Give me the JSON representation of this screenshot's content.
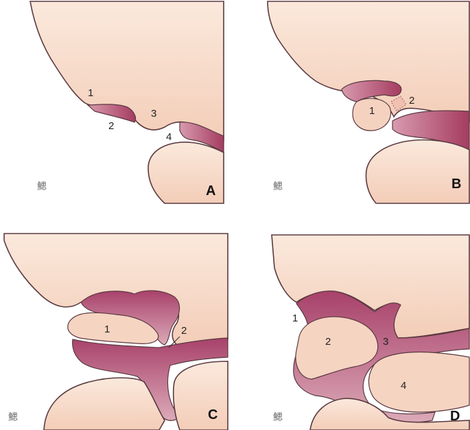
{
  "colors": {
    "tissue": "#f6d9c6",
    "tissue_light": "#fbeee4",
    "pouch": "#b24a6b",
    "pouch_light": "#d8a0b1",
    "frame": "#5a3a40"
  },
  "panels": [
    {
      "id": "A",
      "label": "A",
      "corner_text": "鰓",
      "numbers": [
        "1",
        "2",
        "3",
        "4"
      ]
    },
    {
      "id": "B",
      "label": "B",
      "corner_text": "鰓",
      "numbers": [
        "1",
        "2"
      ]
    },
    {
      "id": "C",
      "label": "C",
      "corner_text": "鰓",
      "numbers": [
        "1",
        "2"
      ]
    },
    {
      "id": "D",
      "label": "D",
      "corner_text": "鰓",
      "numbers": [
        "1",
        "2",
        "3",
        "4"
      ]
    }
  ]
}
